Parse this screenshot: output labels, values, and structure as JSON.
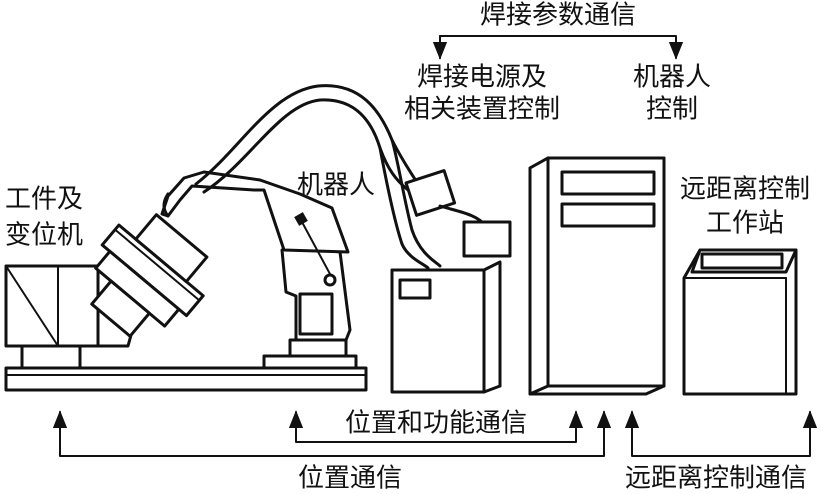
{
  "labels": {
    "welding_param_comm": "焊接参数通信",
    "power_control_line1": "焊接电源及",
    "power_control_line2": "相关装置控制",
    "robot_control_line1": "机器人",
    "robot_control_line2": "控制",
    "workpiece_line1": "工件及",
    "workpiece_line2": "变位机",
    "robot": "机器人",
    "remote_station_line1": "远距离控制",
    "remote_station_line2": "工作站",
    "position_function_comm": "位置和功能通信",
    "position_comm": "位置通信",
    "remote_control_comm": "远距离控制通信"
  },
  "colors": {
    "ink": "#111111",
    "background": "#ffffff"
  }
}
